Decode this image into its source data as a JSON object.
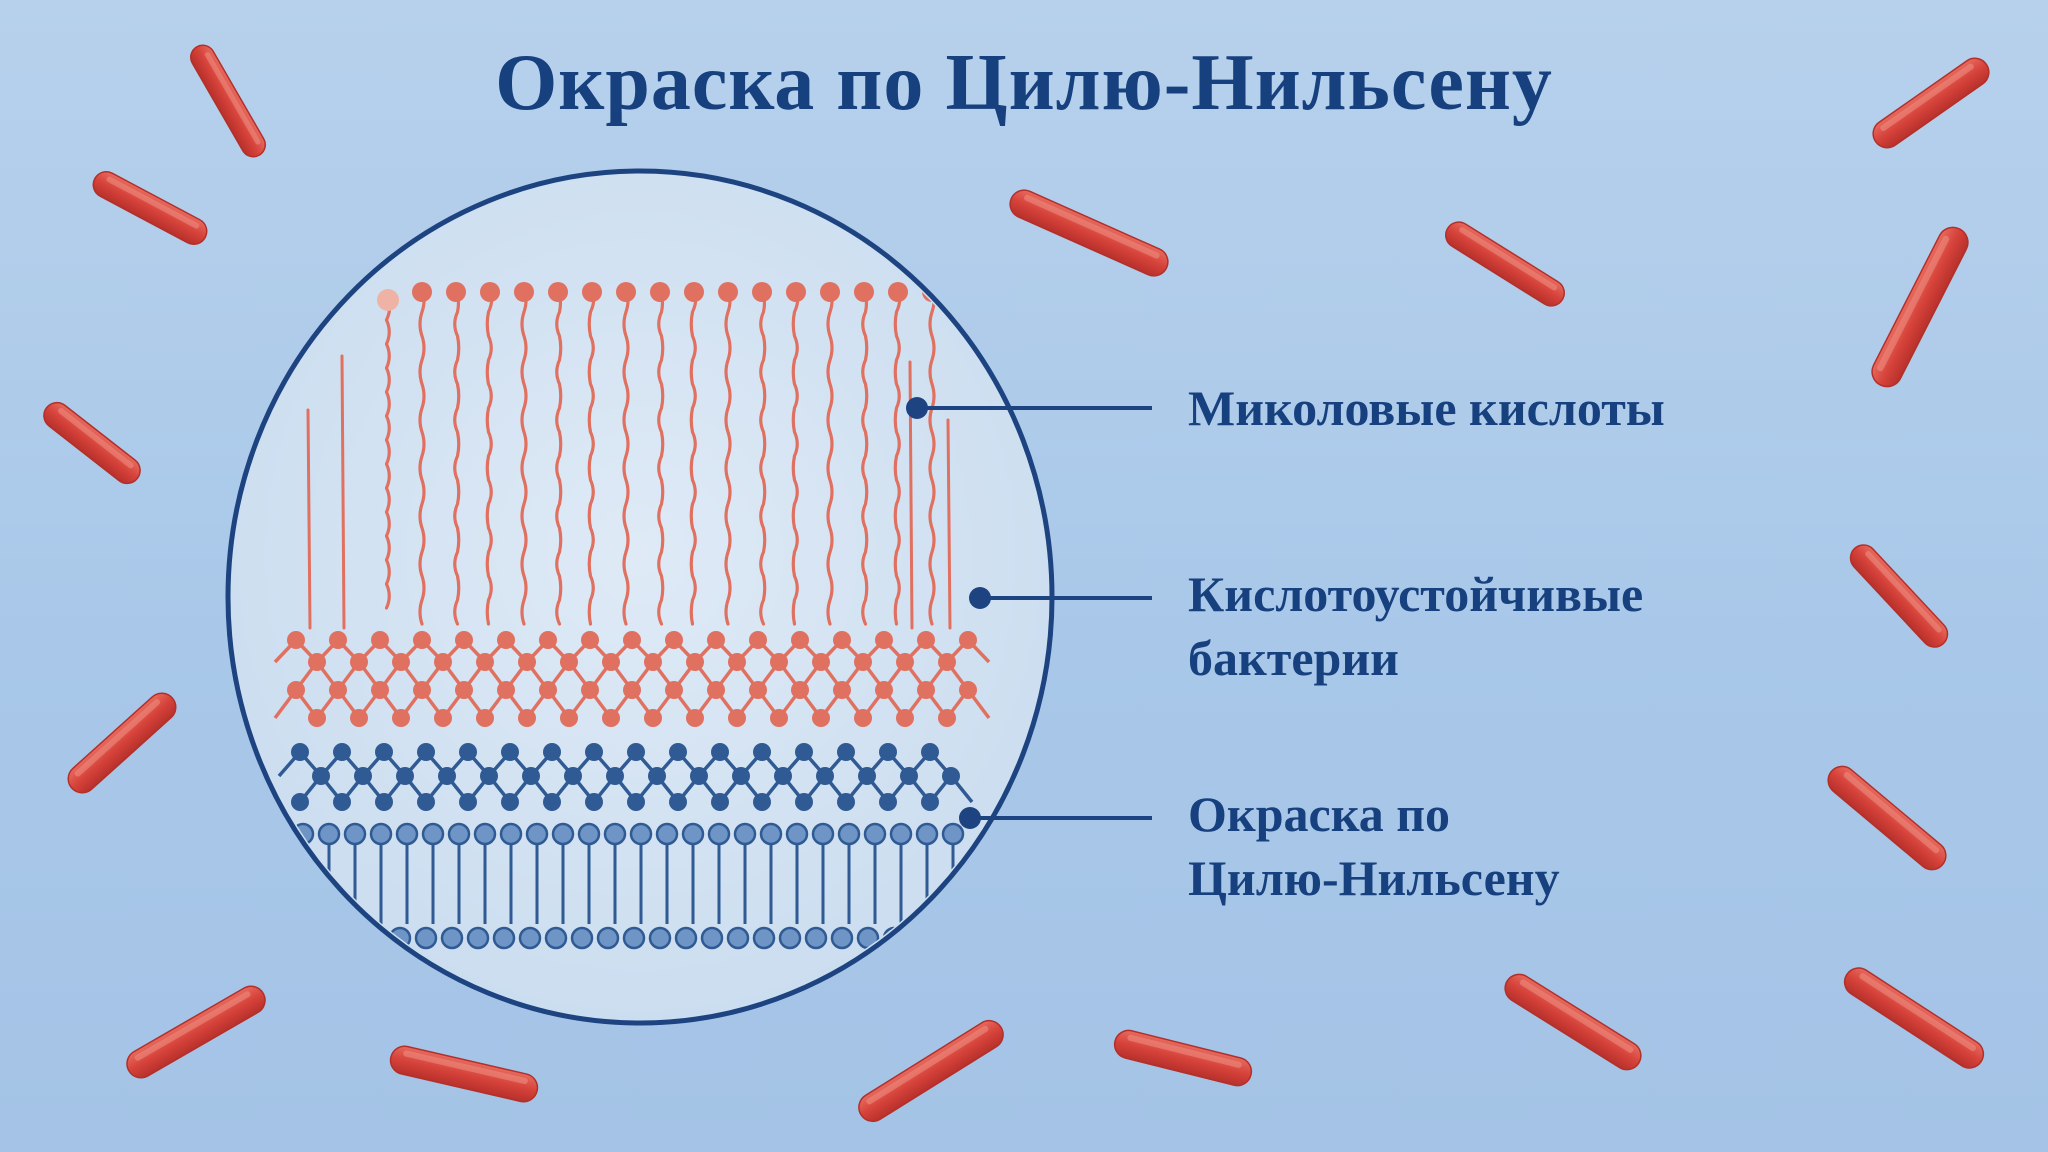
{
  "title": "Окраска по Цилю-Нильсену",
  "labels": {
    "mycolic_acids": "Миколовые кислоты",
    "acid_fast_line1": "Кислотоустойчивые",
    "acid_fast_line2": "бактерии",
    "zn_stain_line1": "Окраска по",
    "zn_stain_line2": "Цилю-Нильсену"
  },
  "colors": {
    "title": "#17407e",
    "label": "#17407e",
    "circle_outline": "#1d4480",
    "leader_line": "#1d4480",
    "red_layer": "#e0705f",
    "blue_layer": "#2f5a93",
    "bacteria": "#d6433b",
    "circle_fill": "#d3e3f2"
  },
  "icons": [
    "rod-bacterium-icon",
    "mycolic-acid-chain-icon",
    "lipid-bilayer-icon"
  ]
}
